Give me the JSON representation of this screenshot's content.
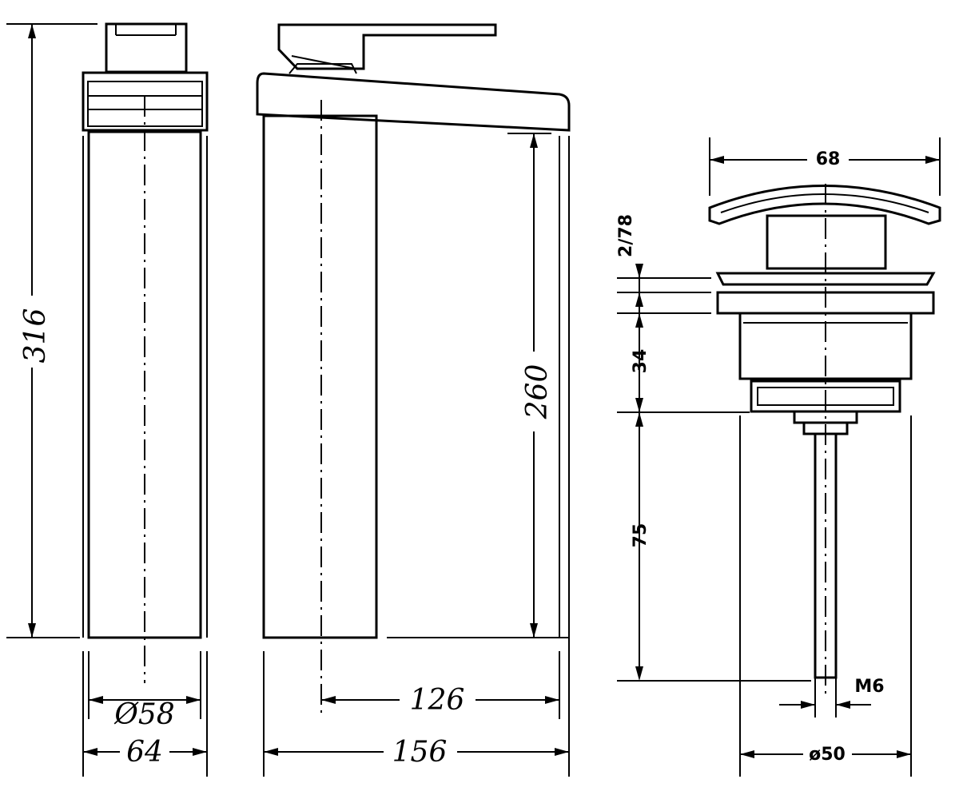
{
  "faucet_front": {
    "height_total": "316",
    "diameter": "Ø58",
    "width": "64"
  },
  "faucet_side": {
    "spout_height": "260",
    "reach": "126",
    "depth": "156"
  },
  "drain": {
    "cap_width": "68",
    "flange_range": "2/78",
    "body_height": "34",
    "stem_length": "75",
    "thread": "M6",
    "diameter": "ø50"
  }
}
